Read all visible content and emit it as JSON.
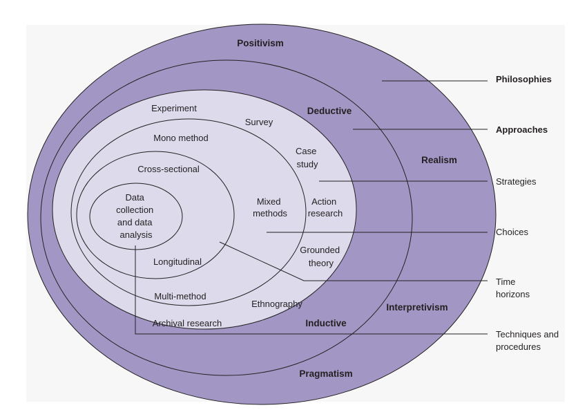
{
  "colors": {
    "outer_fill": "#a297c4",
    "inner_fill": "#dcdaeb",
    "stroke": "#231f20",
    "background_panel": "#f7f7f8"
  },
  "philosophies": {
    "positivism": "Positivism",
    "realism": "Realism",
    "interpretivism": "Interpretivism",
    "pragmatism": "Pragmatism"
  },
  "approaches": {
    "deductive": "Deductive",
    "inductive": "Inductive"
  },
  "strategies": {
    "experiment": "Experiment",
    "survey": "Survey",
    "case_study": [
      "Case",
      "study"
    ],
    "action_research": [
      "Action",
      "research"
    ],
    "grounded_theory": [
      "Grounded",
      "theory"
    ],
    "ethnography": "Ethnography",
    "archival_research": "Archival research"
  },
  "choices": {
    "mono_method": "Mono method",
    "mixed_methods": [
      "Mixed",
      "methods"
    ],
    "multi_method": "Multi-method"
  },
  "time_horizons": {
    "cross_sectional": "Cross-sectional",
    "longitudinal": "Longitudinal"
  },
  "core": [
    "Data",
    "collection",
    "and data",
    "analysis"
  ],
  "legend": {
    "philosophies": [
      "Philosophies"
    ],
    "approaches": [
      "Approaches"
    ],
    "strategies": [
      "Strategies"
    ],
    "choices": [
      "Choices"
    ],
    "time_horizons": [
      "Time",
      "horizons"
    ],
    "techniques": [
      "Techniques and",
      "procedures"
    ]
  }
}
